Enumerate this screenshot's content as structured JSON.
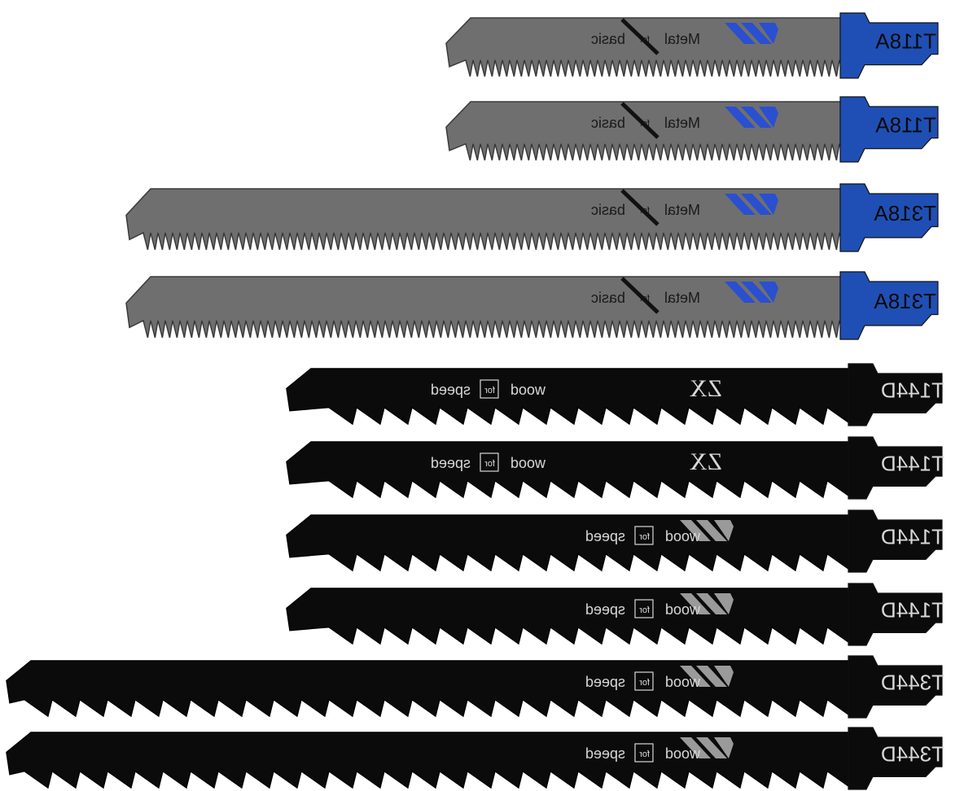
{
  "colors": {
    "metal_blade": "#6f6f6f",
    "metal_blade_dark": "#3a3a3a",
    "metal_tang": "#1f4fb4",
    "metal_accent": "#2a4fd0",
    "wood_blade": "#0b0b0b",
    "wood_text": "#d8d8d8",
    "wood_stripe": "#9a9a9a",
    "background": "#ffffff"
  },
  "blades": [
    {
      "kind": "metal",
      "code": "T118A",
      "word_left": "basic",
      "word_mid": "for",
      "word_right": "Metal",
      "logo": "stripes"
    },
    {
      "kind": "metal",
      "code": "T118A",
      "word_left": "basic",
      "word_mid": "for",
      "word_right": "Metal",
      "logo": "stripes"
    },
    {
      "kind": "metal",
      "code": "T318A",
      "word_left": "basic",
      "word_mid": "for",
      "word_right": "Metal",
      "logo": "stripes"
    },
    {
      "kind": "metal",
      "code": "T318A",
      "word_left": "basic",
      "word_mid": "for",
      "word_right": "Metal",
      "logo": "stripes"
    },
    {
      "kind": "wood",
      "code": "T144D",
      "word_left": "speed",
      "word_mid": "for",
      "word_right": "wood",
      "logo": "ZX"
    },
    {
      "kind": "wood",
      "code": "T144D",
      "word_left": "speed",
      "word_mid": "for",
      "word_right": "wood",
      "logo": "ZX"
    },
    {
      "kind": "wood",
      "code": "T144D",
      "word_left": "speed",
      "word_mid": "for",
      "word_right": "wood",
      "logo": "stripes"
    },
    {
      "kind": "wood",
      "code": "T144D",
      "word_left": "speed",
      "word_mid": "for",
      "word_right": "wood",
      "logo": "stripes"
    },
    {
      "kind": "wood",
      "code": "T344D",
      "word_left": "speed",
      "word_mid": "for",
      "word_right": "wood",
      "logo": "stripes"
    },
    {
      "kind": "wood",
      "code": "T344D",
      "word_left": "speed",
      "word_mid": "for",
      "word_right": "wood",
      "logo": "stripes"
    }
  ]
}
